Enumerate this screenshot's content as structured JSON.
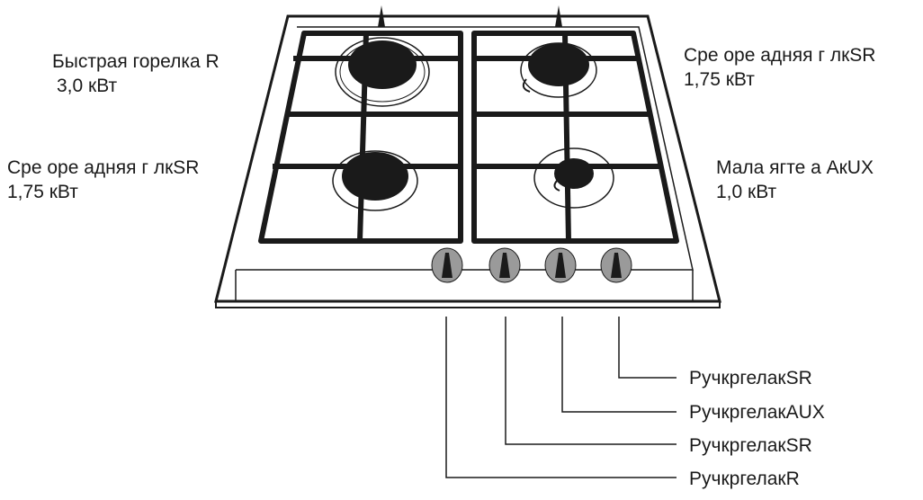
{
  "burner_labels": {
    "top_left": {
      "name": "Быстрая горелка R",
      "power": "3,0  кВт"
    },
    "top_right": {
      "name": "Сре оре адняя г лкSR",
      "power": "1,75 кВт"
    },
    "bottom_left": {
      "name": "Сре оре адняя г лкSR",
      "power": "1,75 кВт"
    },
    "bottom_right": {
      "name": "Мала ягте а АкUX",
      "power": "1,0 кВт"
    }
  },
  "knob_labels": [
    "РучкргелакSR",
    "РучкргелакAUX",
    "РучкргелакSR",
    "РучкргелакR"
  ],
  "colors": {
    "line": "#1a1a1a",
    "knob_fill": "#9a9a9a",
    "background": "#ffffff"
  }
}
